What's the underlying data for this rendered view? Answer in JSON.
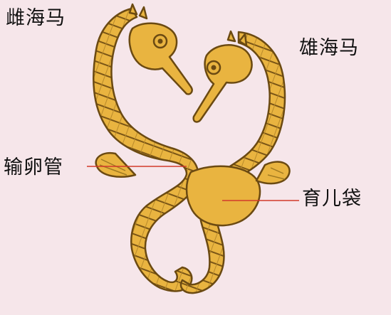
{
  "labels": {
    "female": "雌海马",
    "male": "雄海马",
    "oviduct": "输卵管",
    "brood_pouch": "育儿袋"
  },
  "colors": {
    "background": "#f6e6ea",
    "seahorse_fill": "#e9b440",
    "seahorse_outline": "#6b4a12",
    "leader_line": "#d23a2a"
  }
}
